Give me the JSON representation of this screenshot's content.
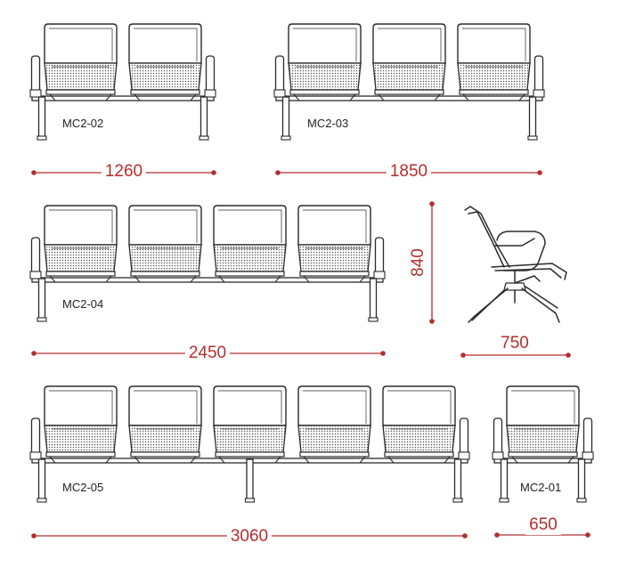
{
  "accent_color": "#b32e2e",
  "line_color": "#2b2b2b",
  "models": [
    {
      "id": "mc2_02",
      "label": "MC2-02",
      "seats": 2,
      "width": "1260",
      "center_leg": false
    },
    {
      "id": "mc2_03",
      "label": "MC2-03",
      "seats": 3,
      "width": "1850",
      "center_leg": false
    },
    {
      "id": "mc2_04",
      "label": "MC2-04",
      "seats": 4,
      "width": "2450",
      "center_leg": false
    },
    {
      "id": "mc2_05",
      "label": "MC2-05",
      "seats": 5,
      "width": "3060",
      "center_leg": true
    },
    {
      "id": "mc2_01",
      "label": "MC2-01",
      "seats": 1,
      "width": "650",
      "center_leg": false
    }
  ],
  "side_view": {
    "height": "840",
    "depth": "750"
  },
  "icons": [
    "seat-icon",
    "armrest-icon",
    "leg-icon",
    "side-chair-icon",
    "dimension-line-icon"
  ]
}
